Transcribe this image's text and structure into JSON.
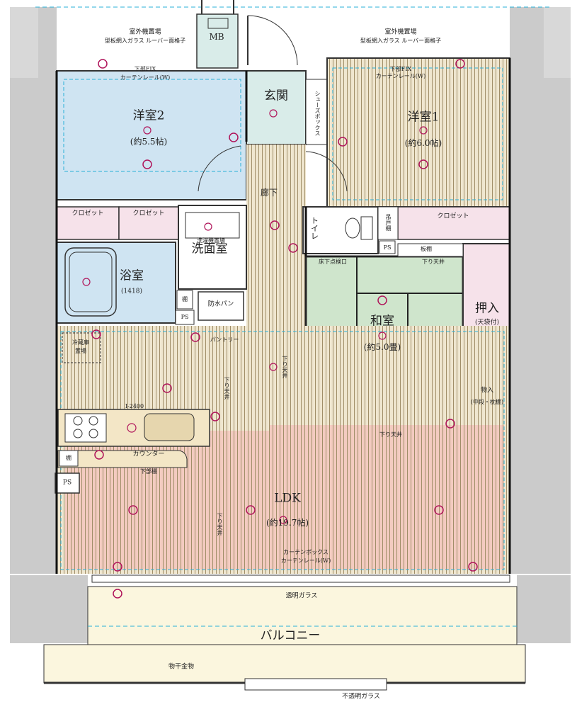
{
  "labels": {
    "outdoor_unit_left": "室外機置場",
    "outdoor_unit_right": "室外機置場",
    "window_left": "型板網入ガラス ルーバー面格子",
    "window_right": "型板網入ガラス ルーバー面格子",
    "fix_rail_left": "下部FIX",
    "fix_rail_left2": "カーテンレール(W)",
    "fix_rail_right": "下部FIX",
    "fix_rail_right2": "カーテンレール(W)",
    "mb": "MB",
    "entrance": "玄関",
    "shoes_box": "シューズボックス",
    "western2": "洋室2",
    "western2_size": "(約5.5帖)",
    "western1": "洋室1",
    "western1_size": "(約6.0帖)",
    "hallway": "廊下",
    "closet_a": "クロゼット",
    "closet_b": "クロゼット",
    "closet_c": "クロゼット",
    "toilet": "トイレ",
    "hanging_shelf": "吊戸棚",
    "ps_toilet": "PS",
    "board": "板棚",
    "lowered_ceiling_a": "下り天井",
    "washroom": "洗面室",
    "washroom_note": "洗濯機置場",
    "bathroom": "浴室",
    "bathroom_size": "(1418)",
    "shelf_bath": "棚",
    "ps_bath": "PS",
    "waterproof_pan": "防水パン",
    "floor_access": "床下点検口",
    "washi": "和室",
    "washi_size": "(約5.0畳)",
    "oshiire": "押入",
    "oshiire_note": "(天袋付)",
    "storage": "物入",
    "storage_note": "(中段・枕棚)",
    "pantry": "パントリー",
    "fridge": "冷蔵庫",
    "fridge2": "置場",
    "lowered_ceiling_b": "下り天井",
    "lowered_ceiling_c": "下り天井",
    "lowered_ceiling_d": "下り天井",
    "lowered_ceiling_e": "下り天井",
    "counter": "カウンター",
    "shelf_kitchen": "棚",
    "lower_cabinet": "下部棚",
    "ps_kitchen": "PS",
    "ldk": "LDK",
    "ldk_size": "(約19.7帖)",
    "curtain_box": "カーテンボックス",
    "curtain_rail": "カーテンレール(W)",
    "clear_glass": "透明ガラス",
    "balcony": "バルコニー",
    "drying_hardware": "物干金物",
    "frosted_glass": "不透明ガラス",
    "kitchen_size": "I-2400"
  },
  "colors": {
    "wall": "#c9c9c9",
    "western": "#cfe4f2",
    "entrance": "#d9ece9",
    "closet": "#f6e2ea",
    "tatami": "#cfe5cc",
    "ldk_pink": "#f2c7bd",
    "floor_stripe": "#c7b89a",
    "balcony": "#fbf6de",
    "outlet": "#b0145a",
    "dash_blue": "#2ab0d8"
  }
}
